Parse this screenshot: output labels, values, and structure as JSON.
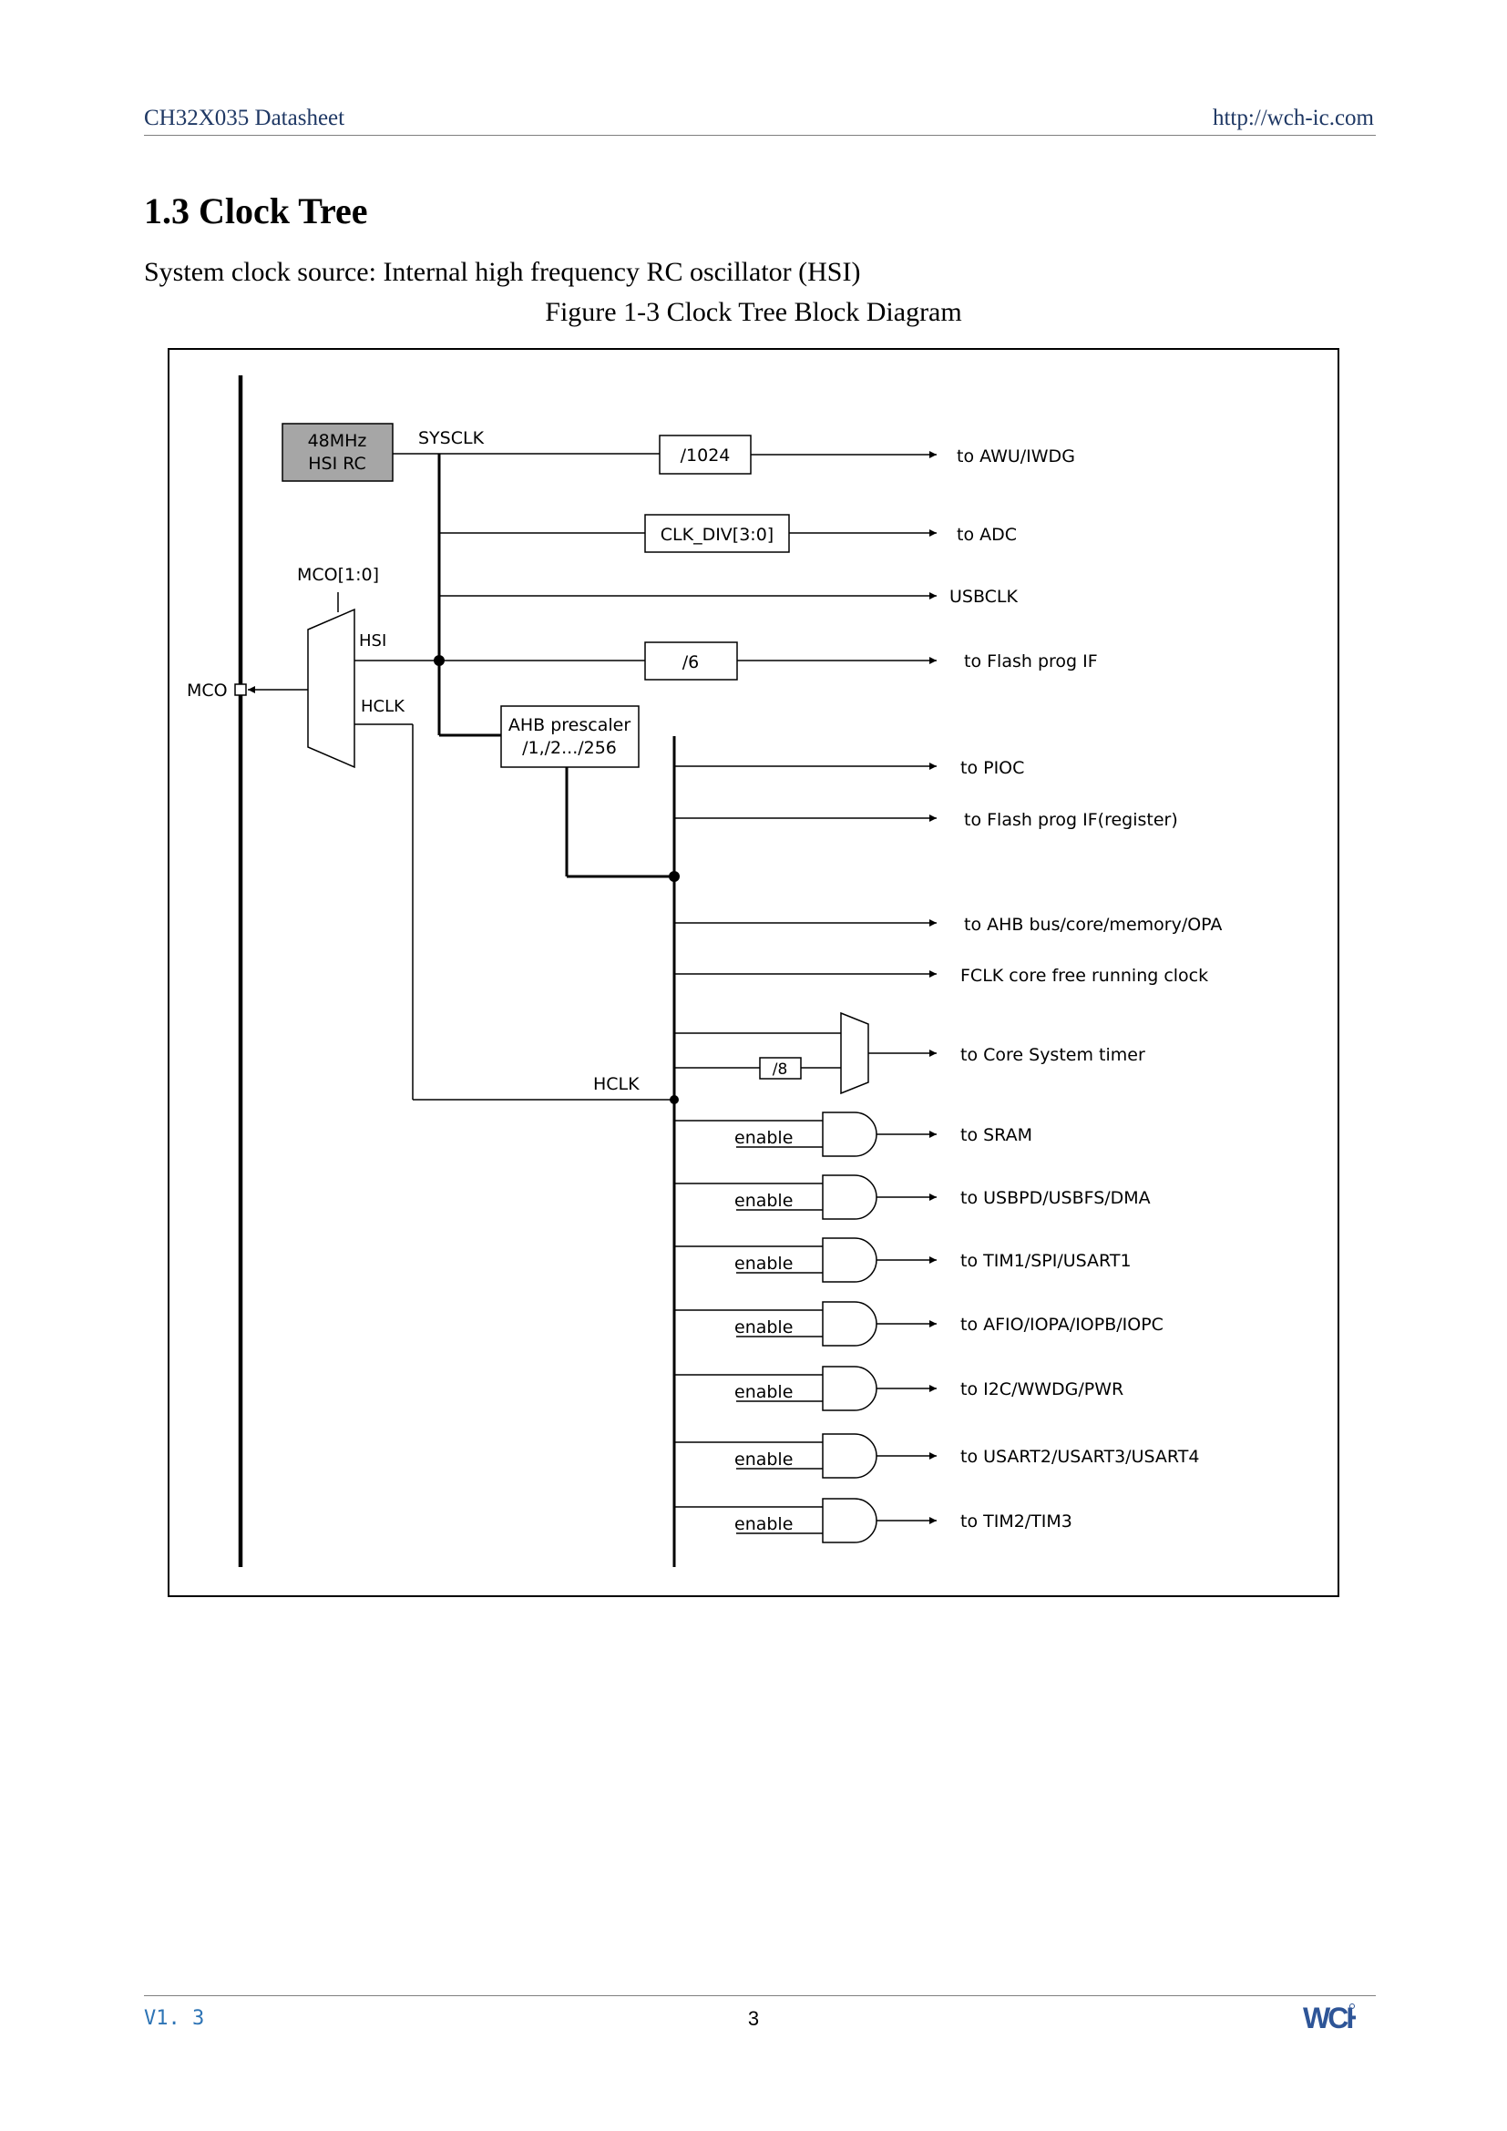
{
  "header": {
    "left": "CH32X035 Datasheet",
    "right": "http://wch-ic.com"
  },
  "section": {
    "title": "1.3 Clock Tree",
    "paragraph": "System clock source: Internal high frequency RC oscillator (HSI)",
    "caption": "Figure 1-3 Clock Tree Block Diagram"
  },
  "diagram": {
    "source_box": [
      "48MHz",
      "HSI RC"
    ],
    "sysclk_label": "SYSCLK",
    "mco_select_label": "MCO[1:0]",
    "mco_label": "MCO",
    "mux_inputs": {
      "hsi": "HSI",
      "hclk": "HCLK"
    },
    "hclk_label": "HCLK",
    "ahb_prescaler": [
      "AHB prescaler",
      "/1,/2.../256"
    ],
    "div_1024": "/1024",
    "clk_div": "CLK_DIV[3:0]",
    "div_6": "/6",
    "div_8": "/8",
    "sysclk_outputs": [
      "to AWU/IWDG",
      "to ADC",
      "USBCLK",
      "to Flash prog IF"
    ],
    "ahb_outputs": [
      "to PIOC",
      "to Flash prog IF(register)",
      "to AHB bus/core/memory/OPA",
      "FCLK core free running clock",
      "to Core System timer"
    ],
    "gated": [
      {
        "enable": "enable",
        "target": "to SRAM"
      },
      {
        "enable": "enable",
        "target": "to USBPD/USBFS/DMA"
      },
      {
        "enable": "enable",
        "target": "to TIM1/SPI/USART1"
      },
      {
        "enable": "enable",
        "target": "to AFIO/IOPA/IOPB/IOPC"
      },
      {
        "enable": "enable",
        "target": "to I2C/WWDG/PWR"
      },
      {
        "enable": "enable",
        "target": "to USART2/USART3/USART4"
      },
      {
        "enable": "enable",
        "target": "to TIM2/TIM3"
      }
    ]
  },
  "footer": {
    "version": "V1. 3",
    "page": "3"
  },
  "colors": {
    "header_text": "#1f3864",
    "footer_version": "#2e74b5",
    "source_box_fill": "#a6a6a6",
    "logo": "#2e5597"
  },
  "icons": {
    "logo": "wch-logo"
  }
}
